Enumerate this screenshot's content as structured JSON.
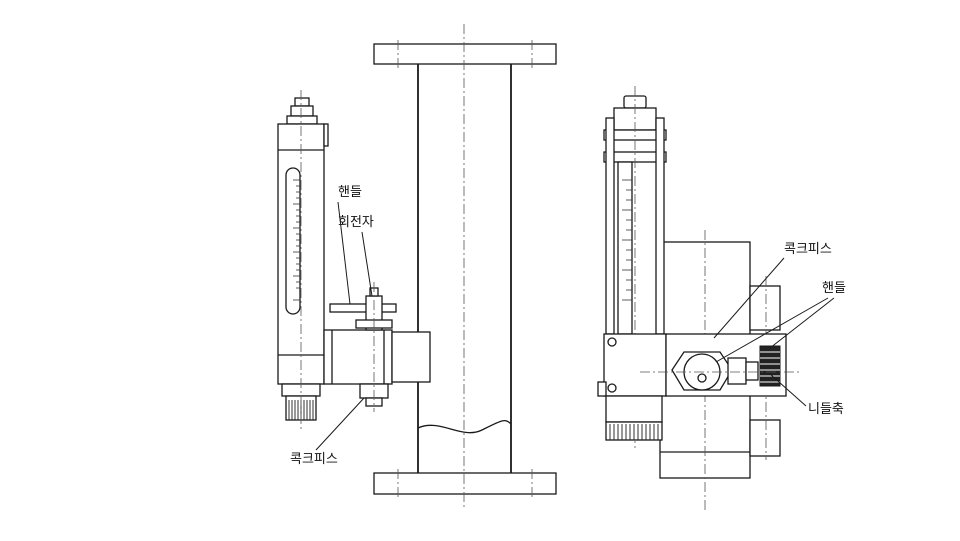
{
  "labels": {
    "left": {
      "handle": "핸들",
      "rotor": "회전자",
      "cock_piece": "콕크피스"
    },
    "right": {
      "cock_piece": "콕크피스",
      "handle": "핸들",
      "needle_shaft": "니들축"
    }
  },
  "colors": {
    "line": "#1a1a1a",
    "background": "#ffffff"
  }
}
